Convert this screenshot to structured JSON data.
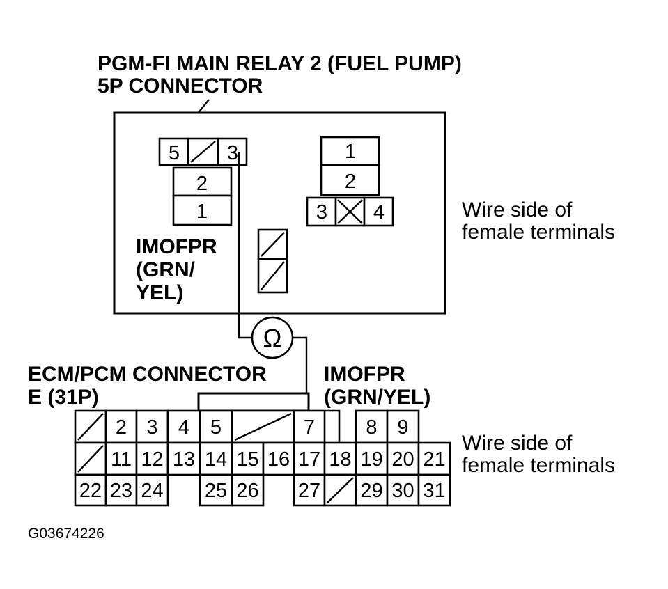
{
  "relay_connector": {
    "title_line1": "PGM-FI MAIN RELAY 2 (FUEL PUMP)",
    "title_line2": "5P CONNECTOR",
    "top_row": [
      "5",
      "",
      "3"
    ],
    "lower_cells": [
      "2",
      "1"
    ],
    "right_stack": [
      "1",
      "2"
    ],
    "right_bottom": [
      "3",
      "",
      "4"
    ],
    "wire_label": [
      "IMOFPR",
      "(GRN/",
      "YEL)"
    ],
    "side_note": [
      "Wire side of",
      "female terminals"
    ]
  },
  "meter": {
    "symbol": "Ω"
  },
  "ecm_connector": {
    "title_line1": "ECM/PCM CONNECTOR",
    "title_line2": "E (31P)",
    "wire_label_line1": "IMOFPR",
    "wire_label_line2": "(GRN/YEL)",
    "side_note": [
      "Wire side of",
      "female terminals"
    ],
    "row1": [
      "",
      "2",
      "3",
      "4",
      "5",
      "",
      "7",
      "8",
      "9"
    ],
    "row2": [
      "",
      "11",
      "12",
      "13",
      "14",
      "15",
      "16",
      "17",
      "18",
      "19",
      "20",
      "21"
    ],
    "row3": [
      "22",
      "23",
      "24",
      "25",
      "26",
      "27",
      "",
      "29",
      "30",
      "31"
    ]
  },
  "figure_id": "G03674226"
}
